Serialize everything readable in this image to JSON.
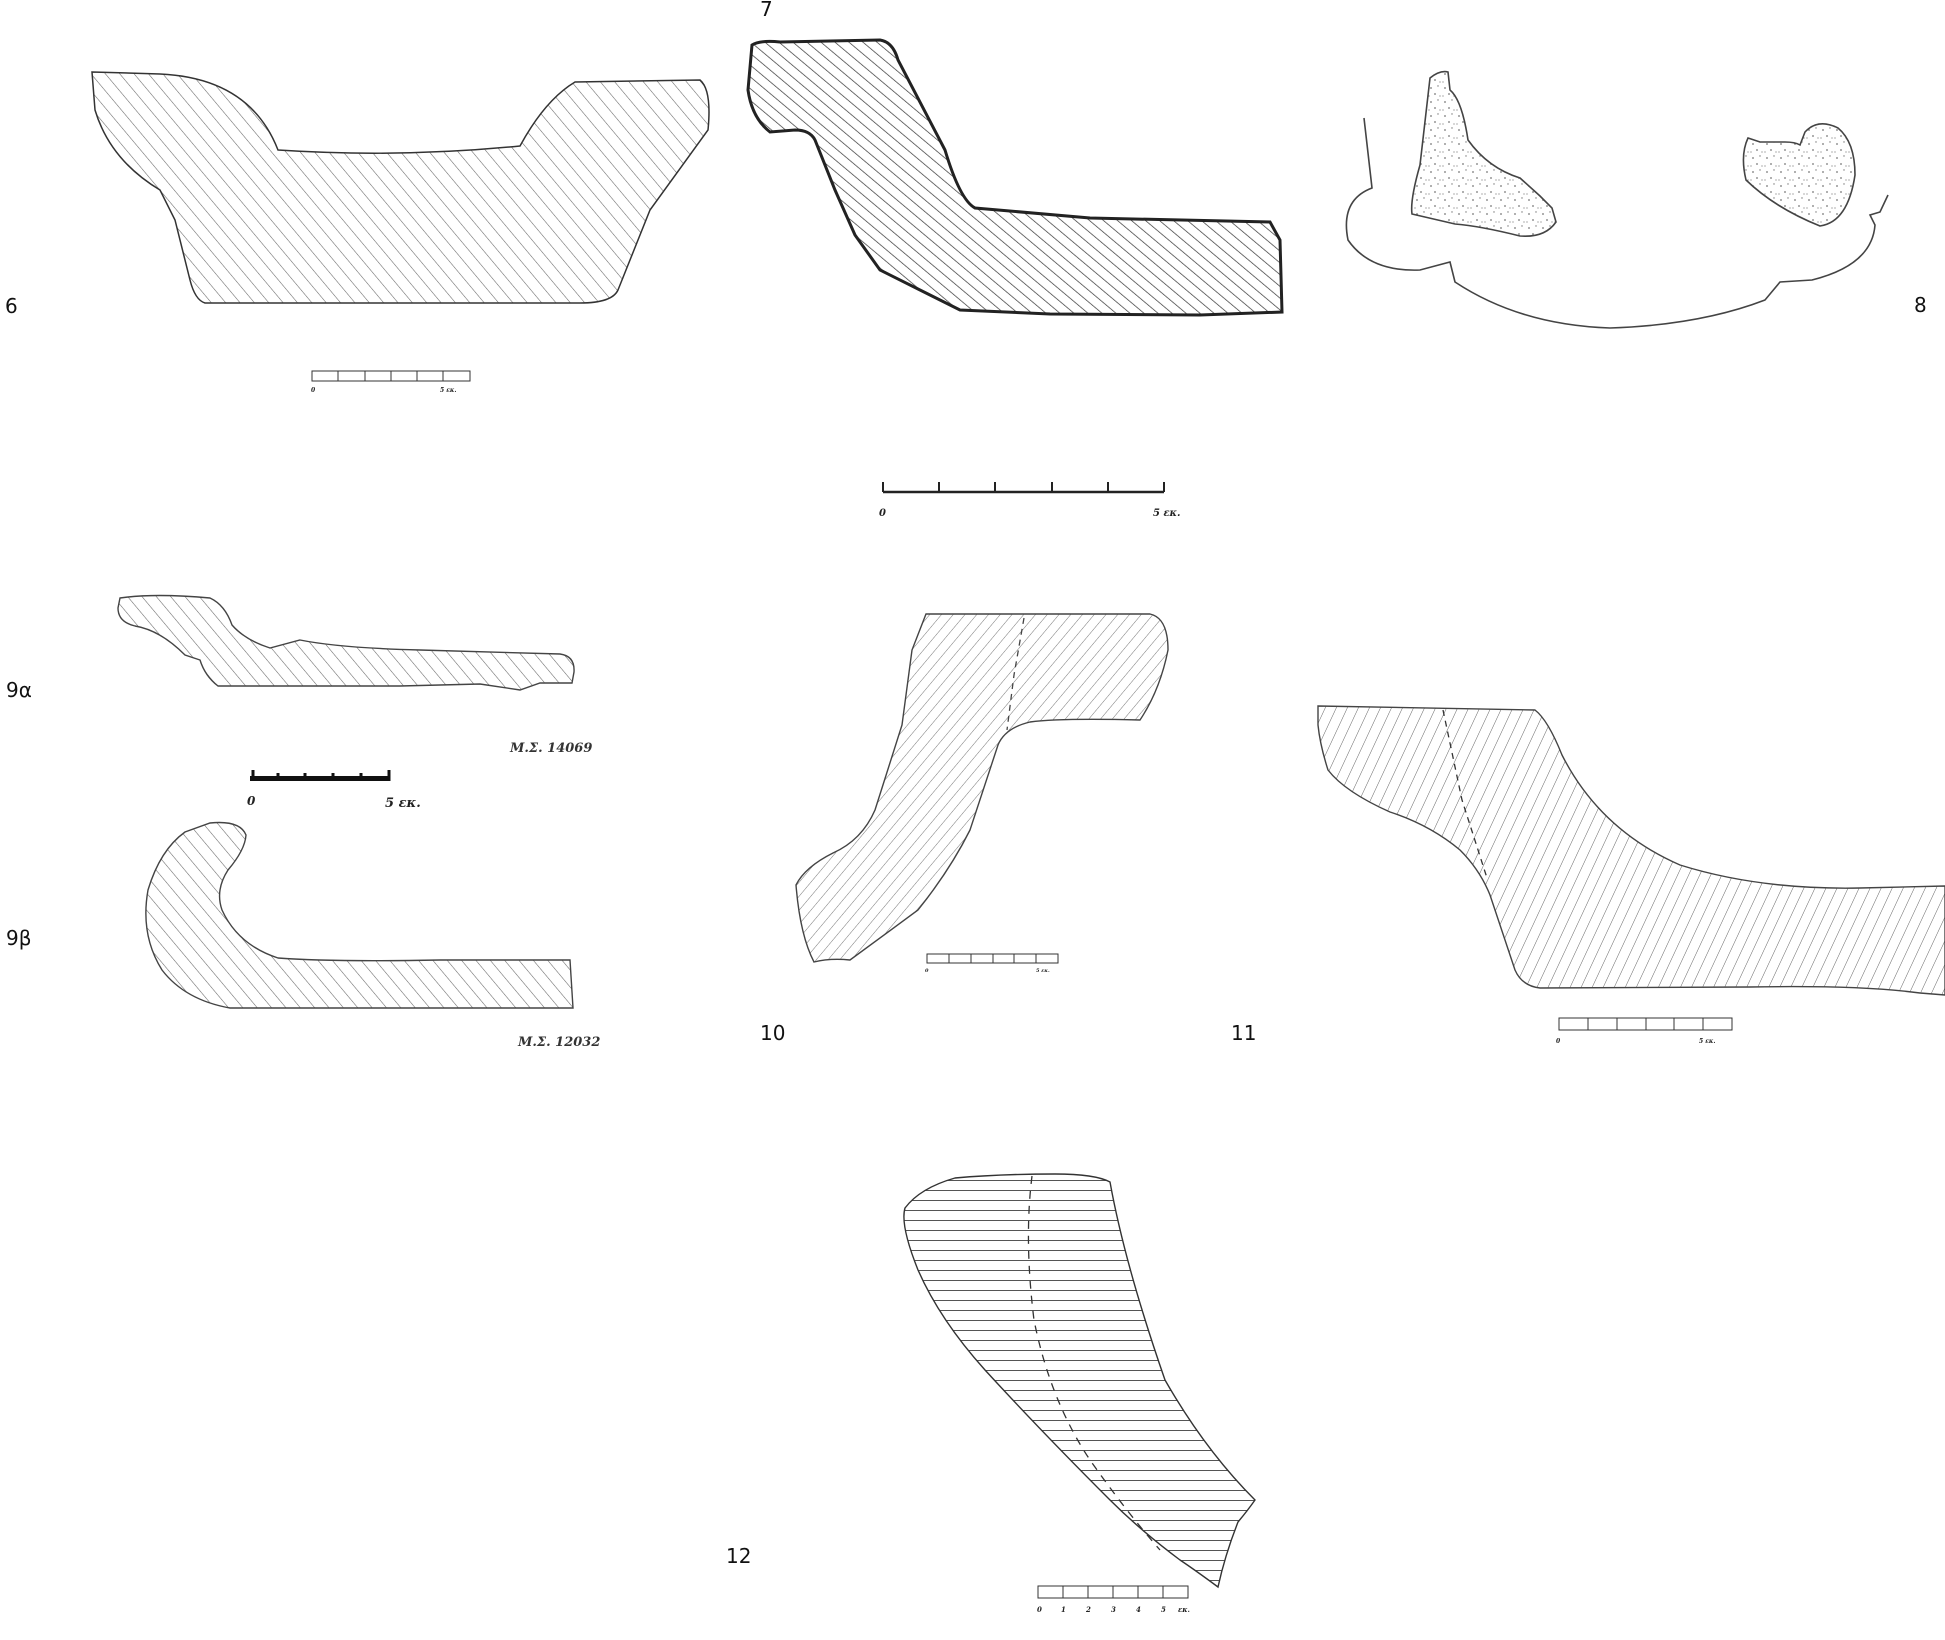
{
  "figures": {
    "f6": {
      "number": "6",
      "scale": {
        "start": "0",
        "end": "5 εκ."
      }
    },
    "f7": {
      "number": "7",
      "scale": {
        "start": "0",
        "end": "5 εκ."
      }
    },
    "f8": {
      "number": "8"
    },
    "f9a": {
      "number": "9α",
      "inventory": "Μ.Σ. 14069"
    },
    "f9scale": {
      "start": "0",
      "end": "5 εκ."
    },
    "f9b": {
      "number": "9β",
      "inventory": "Μ.Σ. 12032"
    },
    "f10": {
      "number": "10",
      "scale": {
        "start": "0",
        "end": "5 εκ."
      }
    },
    "f11": {
      "number": "11",
      "scale": {
        "start": "0",
        "end": "5 εκ."
      }
    },
    "f12": {
      "number": "12",
      "scale": {
        "ticks": [
          "0",
          "1",
          "2",
          "3",
          "4",
          "5",
          "εκ."
        ]
      }
    }
  },
  "colors": {
    "line": "#222222",
    "hatch": "#555555",
    "fill": "#ffffff",
    "stipple": "#777777"
  }
}
